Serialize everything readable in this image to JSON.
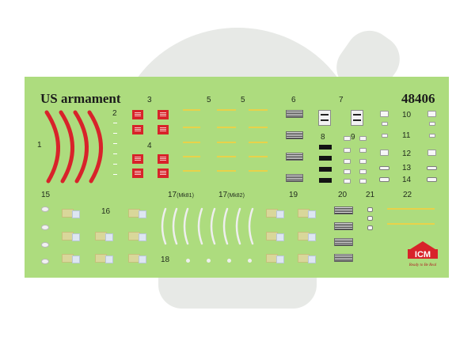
{
  "sheet": {
    "title": "US armament",
    "code": "48406",
    "labels": [
      "1",
      "2",
      "3",
      "4",
      "5",
      "5",
      "6",
      "7",
      "8",
      "9",
      "10",
      "11",
      "12",
      "13",
      "14",
      "15",
      "16",
      "17",
      "17",
      "18",
      "19",
      "20",
      "21",
      "22"
    ],
    "sub_labels": {
      "mk81": "(Mk81)",
      "mk82": "(Mk82)"
    },
    "colors": {
      "background": "#addc7e",
      "red": "#d8232a",
      "yellow": "#e8d24a"
    }
  },
  "logo": {
    "brand": "ICM",
    "tagline": "Ready to Be Real"
  },
  "watermark": {
    "icon": "skull-watermark-icon"
  }
}
